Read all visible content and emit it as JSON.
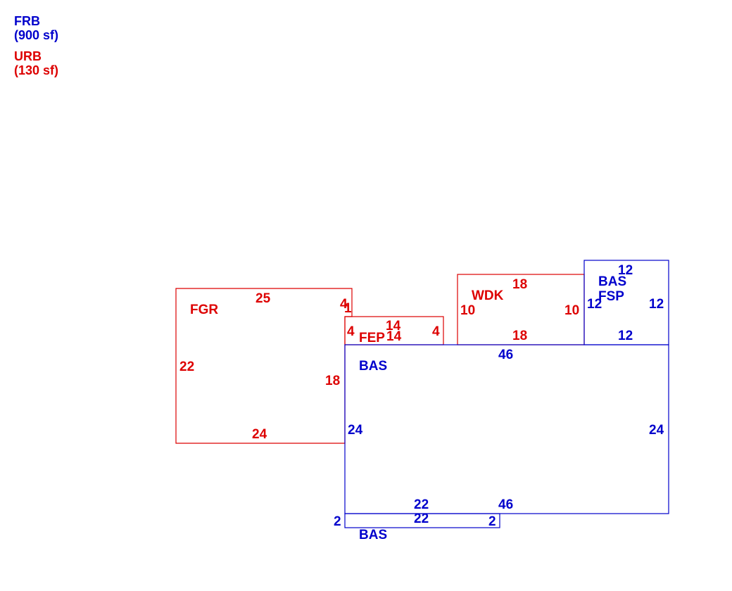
{
  "colors": {
    "blue": "#0000cc",
    "red": "#dd0000"
  },
  "legend": [
    {
      "code": "FRB",
      "area": "(900 sf)",
      "color": "blue"
    },
    {
      "code": "URB",
      "area": "(130 sf)",
      "color": "red"
    }
  ],
  "areas": {
    "fgr": {
      "name": "FGR",
      "color": "red",
      "dims": {
        "top": "25",
        "left": "22",
        "bottom": "24",
        "right": "18",
        "step_a": "4",
        "step_b": "1"
      }
    },
    "fep": {
      "name": "FEP",
      "color": "red",
      "dims": {
        "top": "14",
        "bottom": "14",
        "left": "4",
        "right": "4"
      }
    },
    "wdk": {
      "name": "WDK",
      "color": "red",
      "dims": {
        "top": "18",
        "bottom": "18",
        "left": "10",
        "right": "10"
      }
    },
    "bas_fsp": {
      "names": [
        "BAS",
        "FSP"
      ],
      "color": "blue",
      "dims": {
        "top": "12",
        "bottom": "12",
        "left": "12",
        "right": "12"
      }
    },
    "bas_main": {
      "name": "BAS",
      "color": "blue",
      "dims": {
        "top": "46",
        "bottom": "46",
        "left": "24",
        "right": "24",
        "lower_step": "22"
      }
    },
    "bas_bottom": {
      "name": "BAS",
      "color": "blue",
      "dims": {
        "top": "22",
        "left": "2",
        "right": "2"
      }
    }
  }
}
